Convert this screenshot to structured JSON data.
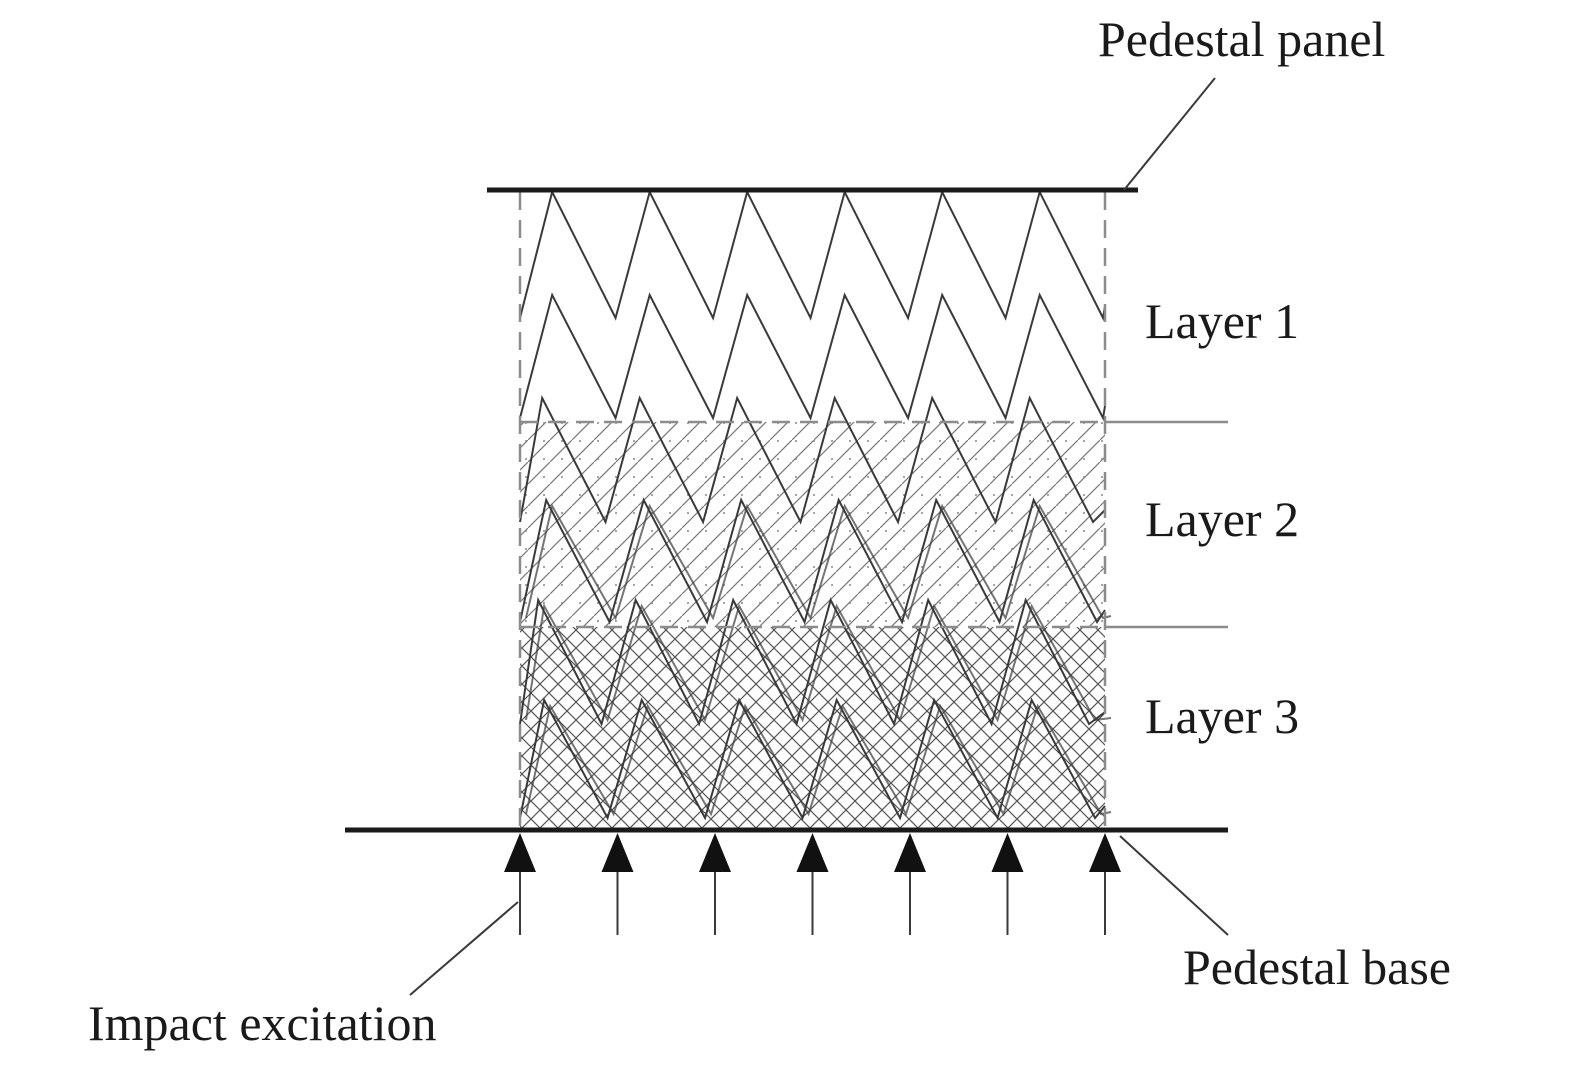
{
  "labels": {
    "pedestal_panel": "Pedestal panel",
    "layer_1": "Layer 1",
    "layer_2": "Layer 2",
    "layer_3": "Layer 3",
    "pedestal_base": "Pedestal base",
    "impact_excitation": "Impact excitation"
  },
  "structure": {
    "layer_count": 3,
    "excitation_arrow_count": 7,
    "zigzag_peaks_per_row": 6
  },
  "colors": {
    "ink": "#1a1a1a",
    "stroke": "#3a3a3a",
    "guide": "#8c8c8c"
  }
}
